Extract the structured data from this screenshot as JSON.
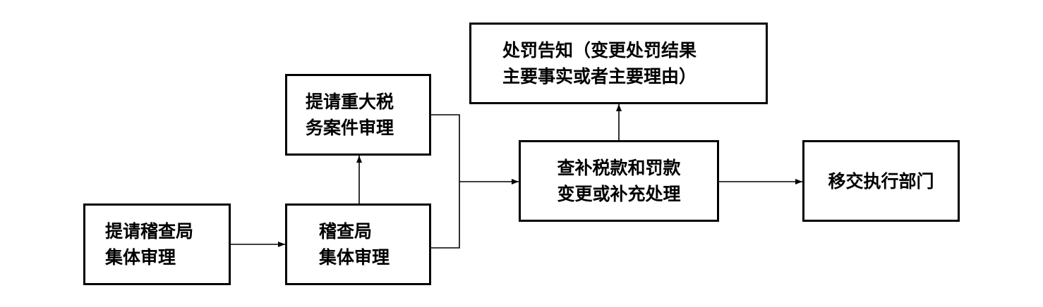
{
  "nodes": {
    "bureau_review_request": {
      "lines": [
        "提请稽查局",
        "集体审理"
      ]
    },
    "bureau_review": {
      "lines": [
        "稽查局",
        "集体审理"
      ]
    },
    "major_case_review": {
      "lines": [
        "提请重大税",
        "务案件审理"
      ]
    },
    "tax_penalty_change": {
      "lines": [
        "查补税款和罚款",
        "变更或补充处理"
      ]
    },
    "penalty_notice": {
      "lines": [
        "处罚告知（变更处罚结果",
        "主要事实或者主要理由）"
      ]
    },
    "transfer_execution": {
      "lines": [
        "移交执行部门"
      ]
    }
  }
}
